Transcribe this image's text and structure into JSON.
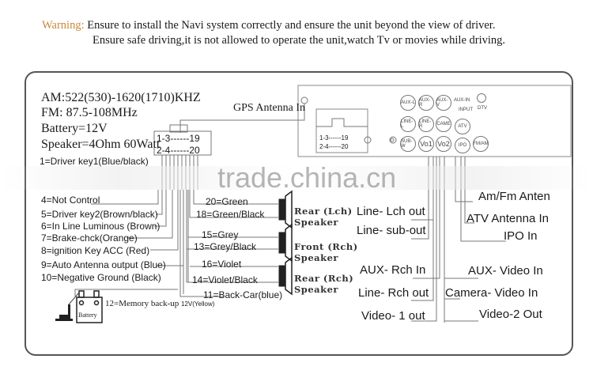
{
  "warning": {
    "label": "Warning:",
    "line1": "Ensure to install the Navi system correctly and ensure the unit beyond the view of driver.",
    "line2": "Ensure safe driving,it is not allowed to operate the unit,watch Tv or movies while driving.",
    "label_color": "#c8893a"
  },
  "specs": {
    "am": "AM:522(530)-1620(1710)KHZ",
    "fm": "FM: 87.5-108MHz",
    "battery": "Battery=12V",
    "speaker": "Speaker=4Ohm 60Watt"
  },
  "connector": {
    "row1": "1-3------19",
    "row2": "2-4------20"
  },
  "unit_connector": {
    "row1": "1-3------19",
    "row2": "2-4------20"
  },
  "gps": {
    "label": "GPS Antenna In"
  },
  "left_wires": [
    "1=Driver key1(Blue/black)",
    "4=Not  Control",
    "5=Driver key2(Brown/black)",
    "6=In Line Luminous (Brown)",
    "7=Brake-chck(Orange)",
    "8=ignition Key  ACC (Red)",
    "9=Auto Antenna output (Blue)",
    "10=Negative Ground (Black)"
  ],
  "speaker_wires": [
    "20=Green",
    "18=Green/Black",
    "15=Grey",
    "13=Grey/Black",
    "16=Violet",
    "14=Violet/Black",
    "11=Back-Car(blue)"
  ],
  "speakers": [
    {
      "line1": "Rear (Lch)",
      "line2": "Speaker"
    },
    {
      "line1": "Front (Rch)",
      "line2": "Speaker"
    },
    {
      "line1": "Rear (Rch)",
      "line2": "Speaker"
    }
  ],
  "battery": {
    "label": "Battery",
    "memory": "12=Memory back-up",
    "memory_small": "12V(Yellow)"
  },
  "rear_panel": {
    "jacks_row1": [
      "AUX-L",
      "AUX-R",
      "AUX-V"
    ],
    "jacks_row2": [
      "LINE-L",
      "LINE-R",
      "CAME",
      "ATV"
    ],
    "jacks_row3": [
      "SUB-W",
      "Vo1",
      "Vo2",
      "IPO",
      "FM/AM"
    ],
    "aux_in_label": "AUX-IN",
    "input_label": "INPUT",
    "dtv_label": "DTV"
  },
  "middle_outputs": [
    "Line- Lch out",
    "Line- sub-out",
    "AUX- Rch In",
    "Line- Rch out",
    "Video- 1 out"
  ],
  "right_outputs": [
    "Am/Fm Anten",
    "ATV  Antenna In",
    "IPO    In",
    "AUX- Video In",
    "Camera- Video In",
    "Video-2 Out"
  ],
  "watermark": "trade.china.cn"
}
